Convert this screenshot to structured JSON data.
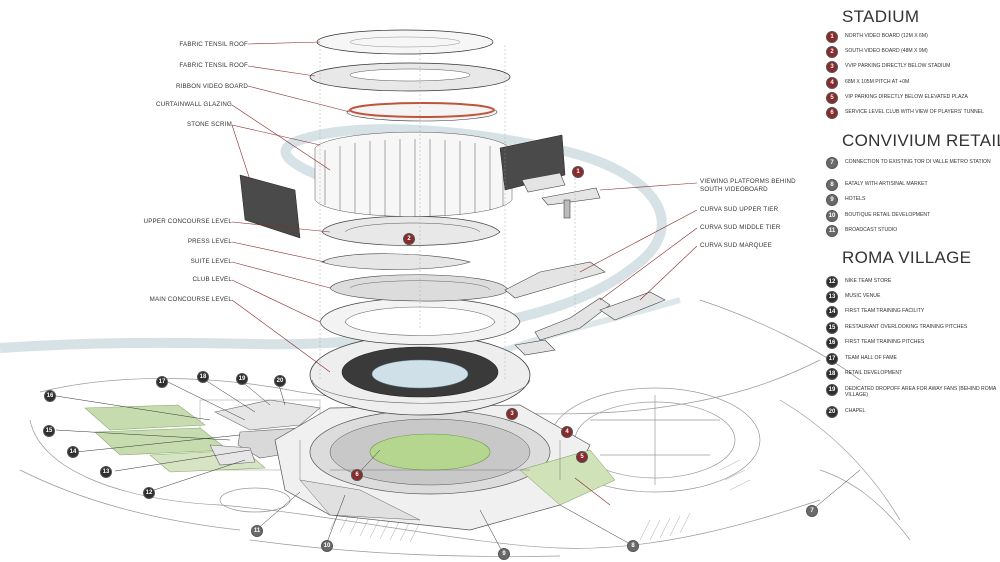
{
  "callouts": [
    {
      "id": "fabric-tensil-roof-1",
      "text": "FABRIC TENSIL ROOF"
    },
    {
      "id": "fabric-tensil-roof-2",
      "text": "FABRIC TENSIL ROOF"
    },
    {
      "id": "ribbon-video-board",
      "text": "RIBBON VIDEO BOARD"
    },
    {
      "id": "curtainwall-glazing",
      "text": "CURTAINWALL GLAZING"
    },
    {
      "id": "stone-scrim",
      "text": "STONE SCRIM"
    },
    {
      "id": "upper-concourse-level",
      "text": "UPPER CONCOURSE LEVEL"
    },
    {
      "id": "press-level",
      "text": "PRESS LEVEL"
    },
    {
      "id": "suite-level",
      "text": "SUITE LEVEL"
    },
    {
      "id": "club-level",
      "text": "CLUB LEVEL"
    },
    {
      "id": "main-concourse-level",
      "text": "MAIN CONCOURSE LEVEL"
    },
    {
      "id": "viewing-platforms",
      "text": "VIEWING PLATFORMS BEHIND"
    },
    {
      "id": "viewing-platforms-2",
      "text": "SOUTH VIDEOBOARD"
    },
    {
      "id": "curva-sud-upper",
      "text": "CURVA SUD UPPER TIER"
    },
    {
      "id": "curva-sud-middle",
      "text": "CURVA SUD MIDDLE TIER"
    },
    {
      "id": "curva-sud-marquee",
      "text": "CURVA SUD MARQUEE"
    }
  ],
  "markers": [
    "1",
    "2",
    "3",
    "4",
    "5",
    "6",
    "7",
    "8",
    "9",
    "10",
    "11",
    "12",
    "13",
    "14",
    "15",
    "16",
    "17",
    "18",
    "19",
    "20"
  ],
  "legend": {
    "stadium": {
      "title": "STADIUM",
      "items": [
        {
          "n": "1",
          "text": "NORTH VIDEO BOARD (12m x 6m)"
        },
        {
          "n": "2",
          "text": "SOUTH VIDEO BOARD (48m x 9m)"
        },
        {
          "n": "3",
          "text": "VVIP PARKING DIRECTLY BELOW STADIUM"
        },
        {
          "n": "4",
          "text": "68m x 105m PITCH AT +0m"
        },
        {
          "n": "5",
          "text": "VIP PARKING DIRECTLY BELOW ELEVATED PLAZA"
        },
        {
          "n": "6",
          "text": "SERVICE LEVEL CLUB WITH VIEW OF PLAYERS' TUNNEL"
        }
      ]
    },
    "convivium": {
      "title": "CONVIVIUM RETAIL",
      "items": [
        {
          "n": "7",
          "text": "CONNECTION TO EXISTING TOR DI VALLE METRO STATION"
        },
        {
          "n": "8",
          "text": "EATALY WITH ARTISINAL MARKET"
        },
        {
          "n": "9",
          "text": "HOTELS"
        },
        {
          "n": "10",
          "text": "BOUTIQUE RETAIL DEVELOPMENT"
        },
        {
          "n": "11",
          "text": "BROADCAST STUDIO"
        }
      ]
    },
    "village": {
      "title": "ROMA VILLAGE",
      "items": [
        {
          "n": "12",
          "text": "NIKE TEAM STORE"
        },
        {
          "n": "13",
          "text": "MUSIC VENUE"
        },
        {
          "n": "14",
          "text": "FIRST TEAM TRAINING FACILITY"
        },
        {
          "n": "15",
          "text": "RESTAURANT OVERLOOKING TRAINING PITCHES"
        },
        {
          "n": "16",
          "text": "FIRST TEAM TRAINING PITCHES"
        },
        {
          "n": "17",
          "text": "TEAM HALL OF FAME"
        },
        {
          "n": "18",
          "text": "RETAIL DEVELOPMENT"
        },
        {
          "n": "19",
          "text": "DEDICATED DROPOFF AREA FOR AWAY FANS (BEHIND ROMA VILLAGE)"
        },
        {
          "n": "20",
          "text": "CHAPEL"
        }
      ]
    }
  },
  "colors": {
    "stadium_marker": "#8a2a2a",
    "convivium_marker": "#6a6a6a",
    "village_marker": "#2e2e2e",
    "river": "#c5d6dc",
    "grass": "#a9c98a",
    "leader": "#8a2a2a"
  }
}
